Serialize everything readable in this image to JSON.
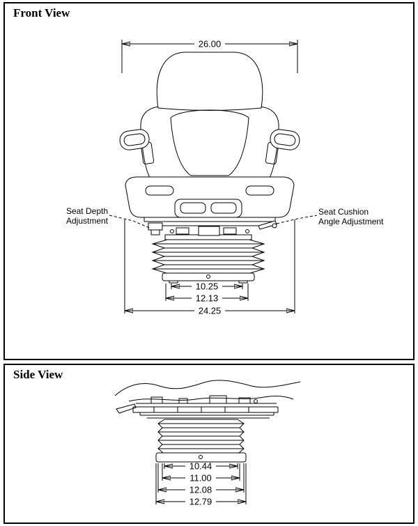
{
  "front_view": {
    "title": "Front View",
    "dim_top": "26.00",
    "dim_inner": "10.25",
    "dim_mid": "12.13",
    "dim_base": "24.25",
    "label_left_line1": "Seat Depth",
    "label_left_line2": "Adjustment",
    "label_right_line1": "Seat Cushion",
    "label_right_line2": "Angle Adjustment"
  },
  "side_view": {
    "title": "Side View",
    "dim_1": "10.44",
    "dim_2": "11.00",
    "dim_3": "12.08",
    "dim_4": "12.79"
  },
  "colors": {
    "line": "#000000",
    "background": "#ffffff"
  }
}
